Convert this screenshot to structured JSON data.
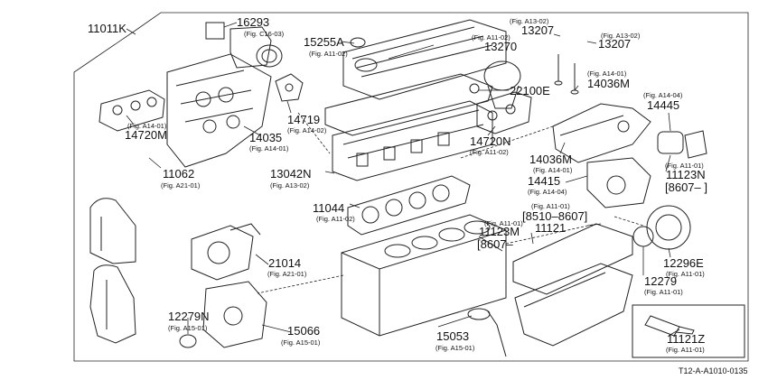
{
  "diagram_id": "T12-A-A1010-0135",
  "callouts": [
    {
      "key": "c11011k",
      "part": "11011K",
      "ref": ""
    },
    {
      "key": "c16293",
      "part": "16293",
      "ref": "(Fig. C16-03)"
    },
    {
      "key": "c15255a",
      "part": "15255A",
      "ref": "(Fig. A11-02)"
    },
    {
      "key": "c13270",
      "part": "13270",
      "ref": "(Fig. A11-02)"
    },
    {
      "key": "c13207a",
      "part": "13207",
      "ref": "(Fig. A13-02)"
    },
    {
      "key": "c13207b",
      "part": "13207",
      "ref": "(Fig. A13-02)"
    },
    {
      "key": "c22100e",
      "part": "22100E",
      "ref": ""
    },
    {
      "key": "c14036m_top",
      "part": "14036M",
      "ref": "(Fig. A14-01)"
    },
    {
      "key": "c14445",
      "part": "14445",
      "ref": "(Fig. A14-04)"
    },
    {
      "key": "c14720m",
      "part": "14720M",
      "ref": "(Fig. A14-01)"
    },
    {
      "key": "c14719",
      "part": "14719",
      "ref": "(Fig. A14-02)"
    },
    {
      "key": "c14035",
      "part": "14035",
      "ref": "(Fig. A14-01)"
    },
    {
      "key": "c14720n",
      "part": "14720N",
      "ref": "(Fig. A11-02)"
    },
    {
      "key": "c14036m_mid",
      "part": "14036M",
      "ref": "(Fig. A14-01)"
    },
    {
      "key": "c11123n",
      "part": "11123N",
      "ref": "(Fig. A11-01)"
    },
    {
      "key": "c8607a",
      "part": "[8607–      ]",
      "ref": ""
    },
    {
      "key": "c11062",
      "part": "11062",
      "ref": "(Fig. A21-01)"
    },
    {
      "key": "c13042n",
      "part": "13042N",
      "ref": "(Fig. A13-02)"
    },
    {
      "key": "c14415",
      "part": "14415",
      "ref": "(Fig. A14-04)"
    },
    {
      "key": "c11044",
      "part": "11044",
      "ref": "(Fig. A11-02)"
    },
    {
      "key": "c8510",
      "part": "[8510–8607]",
      "ref": "(Fig. A11-01)"
    },
    {
      "key": "c11123m",
      "part": "11123M",
      "ref": "(Fig. A11-01)"
    },
    {
      "key": "c11121",
      "part": "11121",
      "ref": ""
    },
    {
      "key": "c8607b",
      "part": "[8607–",
      "ref": ""
    },
    {
      "key": "c21014",
      "part": "21014",
      "ref": "(Fig. A21-01)"
    },
    {
      "key": "c12296e",
      "part": "12296E",
      "ref": "(Fig. A11-01)"
    },
    {
      "key": "c12279",
      "part": "12279",
      "ref": "(Fig. A11-01)"
    },
    {
      "key": "c12279n",
      "part": "12279N",
      "ref": "(Fig. A15-01)"
    },
    {
      "key": "c15066",
      "part": "15066",
      "ref": "(Fig. A15-01)"
    },
    {
      "key": "c15053",
      "part": "15053",
      "ref": "(Fig. A15-01)"
    },
    {
      "key": "c11121z",
      "part": "11121Z",
      "ref": "(Fig. A11-01)"
    }
  ]
}
